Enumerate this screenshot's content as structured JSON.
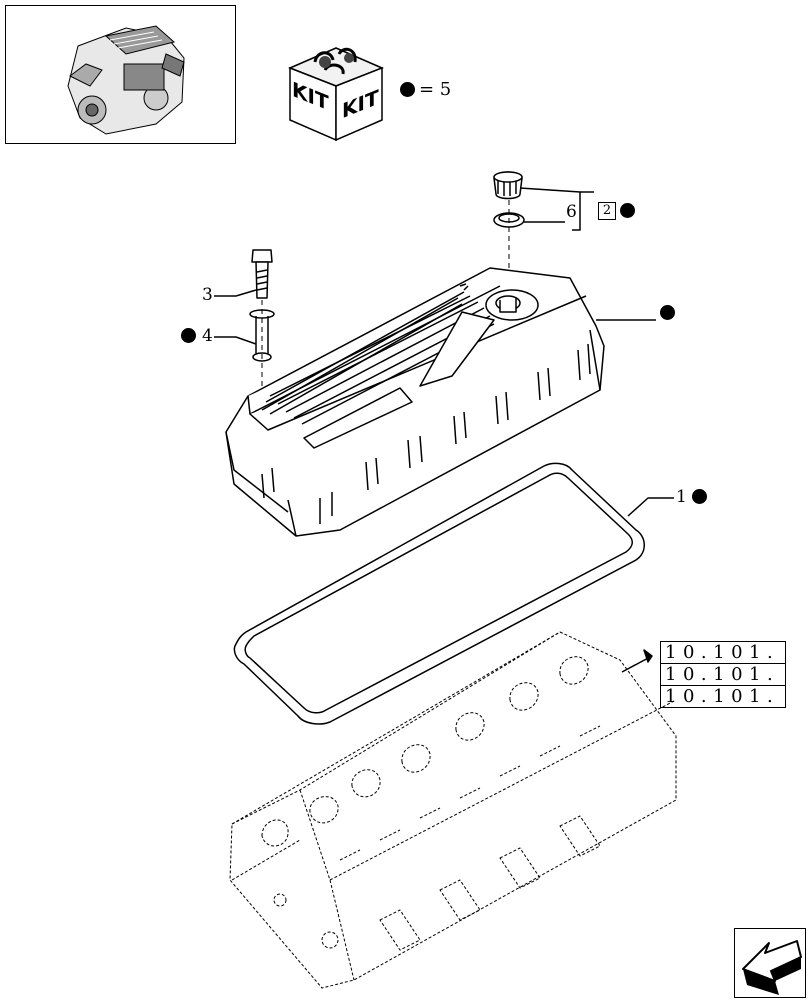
{
  "kit": {
    "word_left": "KIT",
    "word_right": "KIT",
    "legend_text": "= 5"
  },
  "callouts": {
    "item_1": "1",
    "item_3": "3",
    "item_4": "4",
    "item_6": "6",
    "item_2_boxed": "2"
  },
  "references": [
    "10.101.",
    "10.101.",
    "10.101."
  ],
  "reference_trailing_dot": ".",
  "icons": {
    "engine_thumbnail": "engine-icon",
    "kit_box": "kit-box-icon",
    "navigation_arrow": "next-page-arrow-icon"
  }
}
